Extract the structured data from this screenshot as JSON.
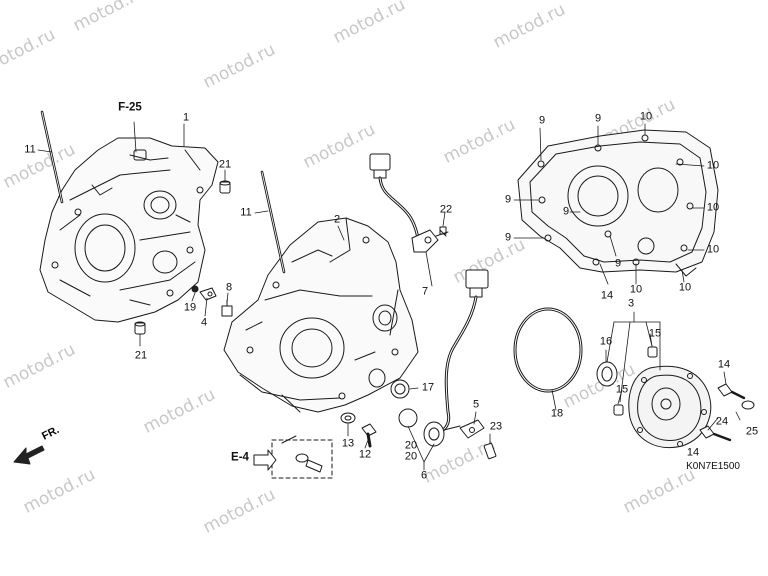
{
  "watermark": "motod.ru",
  "diagram_code": "K0N7E1500",
  "direction_label": "FR.",
  "references": {
    "f25": "F-25",
    "e4": "E-4"
  },
  "callouts": {
    "n1": "1",
    "n2": "2",
    "n3": "3",
    "n4": "4",
    "n5": "5",
    "n6": "6",
    "n7": "7",
    "n8": "8",
    "n9a": "9",
    "n9b": "9",
    "n9c": "9",
    "n9d": "9",
    "n9e": "9",
    "n9f": "9",
    "n10a": "10",
    "n10b": "10",
    "n10c": "10",
    "n10d": "10",
    "n10e": "10",
    "n10f": "10",
    "n11a": "11",
    "n11b": "11",
    "n12": "12",
    "n13": "13",
    "n14a": "14",
    "n14b": "14",
    "n14c": "14",
    "n15a": "15",
    "n15b": "15",
    "n16": "16",
    "n17": "17",
    "n18": "18",
    "n19": "19",
    "n20a": "20",
    "n20b": "20",
    "n21a": "21",
    "n21b": "21",
    "n22": "22",
    "n23": "23",
    "n24": "24",
    "n25": "25"
  }
}
